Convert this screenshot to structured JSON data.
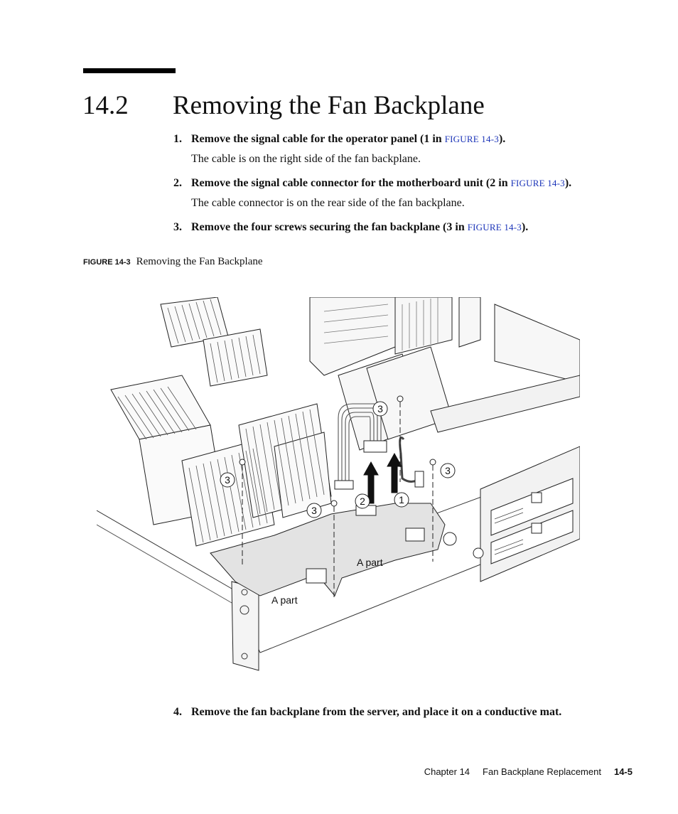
{
  "section": {
    "number": "14.2",
    "title": "Removing the Fan Backplane"
  },
  "steps": [
    {
      "num": "1.",
      "text": "Remove the signal cable for the operator panel (1 in ",
      "ref": "Figure 14-3",
      "end": ").",
      "note": "The cable is on the right side of the fan backplane."
    },
    {
      "num": "2.",
      "text": "Remove the signal cable connector for the motherboard unit (2 in ",
      "ref": "Figure 14-3",
      "end": ").",
      "note": "The cable connector is on the rear side of the fan backplane."
    },
    {
      "num": "3.",
      "text": "Remove the four screws securing the fan backplane (3 in ",
      "ref": "Figure 14-3",
      "end": ")."
    },
    {
      "num": "4.",
      "text": "Remove the fan backplane from the server, and place it on a conductive mat."
    }
  ],
  "figure": {
    "label": "FIGURE 14-3",
    "caption": "Removing the Fan Backplane",
    "callouts": {
      "one": "1",
      "two": "2",
      "three": "3"
    },
    "part_label": "A part",
    "colors": {
      "accent_link": "#1a33b8",
      "backplane_fill": "#e3e3e3"
    }
  },
  "footer": {
    "chapter": "Chapter 14",
    "title": "Fan Backplane Replacement",
    "page": "14-5"
  }
}
